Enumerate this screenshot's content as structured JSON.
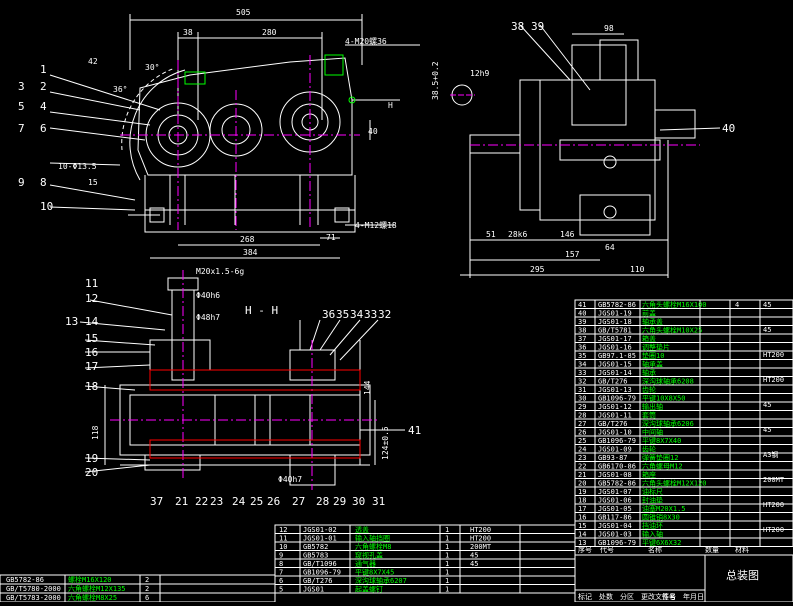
{
  "colors": {
    "background": "#000000",
    "outline": "#ffffff",
    "text": "#00ff00",
    "dim": "#ffffff",
    "accent": "#ff00ff",
    "table": "#ffffff"
  },
  "front_view": {
    "dims": {
      "overall": "505",
      "d38": "38",
      "d280": "280",
      "holes_top": "4-M20螺36",
      "d42": "42",
      "a30": "30°",
      "a36": "36°",
      "d40": "40",
      "d268": "268",
      "d71": "71",
      "d384": "384",
      "holes_bottom": "4-M12螺18",
      "holes_left": "10-Φ13.5",
      "d15": "15",
      "cut_h": "H"
    },
    "callouts": [
      "1",
      "2",
      "3",
      "4",
      "5",
      "6",
      "7",
      "8",
      "9",
      "10"
    ]
  },
  "side_view": {
    "dims": {
      "d98": "98",
      "d12h9": "12h9",
      "d51": "51",
      "d28": "28k6",
      "d146": "146",
      "d157": "157",
      "d64": "64",
      "d295": "295",
      "d110": "110",
      "tol": "38.5+0.2"
    },
    "callouts": [
      "38",
      "39",
      "40"
    ]
  },
  "section_view": {
    "title": "H - H",
    "dims": {
      "thread": "M20x1.5-6g",
      "d40h6": "Φ40h6",
      "d48h7": "Φ48h7",
      "d118": "118",
      "d40h7": "Φ40h7",
      "d144": "144",
      "d124": "124±0.5"
    },
    "callouts_left": [
      "11",
      "12",
      "13",
      "14",
      "15",
      "16",
      "17",
      "18",
      "19",
      "20"
    ],
    "callouts_top": [
      "36",
      "35",
      "34",
      "33",
      "32"
    ],
    "callouts_bottom": [
      "37",
      "21",
      "22",
      "23",
      "24",
      "25",
      "26",
      "27",
      "28",
      "29",
      "30",
      "31"
    ],
    "callout_right": "41"
  },
  "bom_right": [
    {
      "no": "41",
      "code": "GB5782-86",
      "name": "六角头螺栓M16X100",
      "qty": "4"
    },
    {
      "no": "40",
      "code": "JGS01-19",
      "name": "前盖"
    },
    {
      "no": "39",
      "code": "JGS01-18",
      "name": "轴承盖"
    },
    {
      "no": "38",
      "code": "GB/T5781",
      "name": "六角头螺栓M10X25"
    },
    {
      "no": "37",
      "code": "JGS01-17",
      "name": "箱盖"
    },
    {
      "no": "36",
      "code": "JGS01-16",
      "name": "调整垫片"
    },
    {
      "no": "35",
      "code": "GB97.1-85",
      "name": "垫圈10"
    },
    {
      "no": "34",
      "code": "JGS01-15",
      "name": "轴承盖"
    },
    {
      "no": "33",
      "code": "JGS01-14",
      "name": "轴承"
    },
    {
      "no": "32",
      "code": "GB/T276",
      "name": "深沟球轴承6208"
    },
    {
      "no": "31",
      "code": "JGS01-13",
      "name": "齿轮"
    },
    {
      "no": "30",
      "code": "GB1096-79",
      "name": "平键10X8X50"
    },
    {
      "no": "29",
      "code": "JGS01-12",
      "name": "输出轴"
    },
    {
      "no": "28",
      "code": "JGS01-11",
      "name": "套筒"
    },
    {
      "no": "27",
      "code": "GB/T276",
      "name": "深沟球轴承6206"
    },
    {
      "no": "26",
      "code": "JGS01-10",
      "name": "中间轴"
    },
    {
      "no": "25",
      "code": "GB1096-79",
      "name": "平键8X7X40"
    },
    {
      "no": "24",
      "code": "JGS01-09",
      "name": "齿轮"
    },
    {
      "no": "23",
      "code": "GB93-87",
      "name": "弹簧垫圈12"
    },
    {
      "no": "22",
      "code": "GB6170-86",
      "name": "六角螺母M12"
    },
    {
      "no": "21",
      "code": "JGS01-08",
      "name": "箱座"
    },
    {
      "no": "20",
      "code": "GB5782-86",
      "name": "六角头螺栓M12X120"
    },
    {
      "no": "19",
      "code": "JGS01-07",
      "name": "油标尺"
    },
    {
      "no": "18",
      "code": "JGS01-06",
      "name": "封油垫"
    },
    {
      "no": "17",
      "code": "JGS01-05",
      "name": "油塞M20X1.5"
    },
    {
      "no": "16",
      "code": "GB117-86",
      "name": "圆锥销8X30"
    },
    {
      "no": "15",
      "code": "JGS01-04",
      "name": "挡油环"
    },
    {
      "no": "14",
      "code": "JGS01-03",
      "name": "输入轴"
    },
    {
      "no": "13",
      "code": "GB1096-79",
      "name": "平键6X6X32"
    }
  ],
  "bom_right_materials": [
    "45",
    "45",
    "HT200",
    "HT200",
    "45",
    "45",
    "A3钢",
    "200MT",
    "HT200",
    "HT200"
  ],
  "bom_mid": [
    {
      "no": "12",
      "code": "JGS01-02",
      "name": "透盖",
      "qty": "1",
      "mat": "HT200"
    },
    {
      "no": "11",
      "code": "JGS01-01",
      "name": "输入轴挡圈",
      "qty": "1",
      "mat": "HT200"
    },
    {
      "no": "10",
      "code": "GB5782",
      "name": "六角螺栓M8",
      "qty": "1",
      "mat": "200MT"
    },
    {
      "no": "9",
      "code": "GB5783",
      "name": "窥视孔盖",
      "qty": "1",
      "mat": "45"
    },
    {
      "no": "8",
      "code": "GB/T1096",
      "name": "通气器",
      "qty": "1",
      "mat": "45"
    },
    {
      "no": "7",
      "code": "GB1096-79",
      "name": "平键8X7X45",
      "qty": "1",
      "mat": ""
    },
    {
      "no": "6",
      "code": "GB/T276",
      "name": "深沟球轴承6207",
      "qty": "1",
      "mat": ""
    },
    {
      "no": "5",
      "code": "JGS01",
      "name": "起盖螺钉",
      "qty": "1",
      "mat": ""
    }
  ],
  "bom_left": [
    {
      "code": "GB5782-86",
      "name": "螺栓M16X120",
      "qty": "2"
    },
    {
      "code": "GB/T5780-2000",
      "name": "六角螺栓M12X135",
      "qty": "2"
    },
    {
      "code": "GB/T5783-2000",
      "name": "六角螺栓M8X25",
      "qty": "6"
    }
  ],
  "title_block": {
    "title": "总装图",
    "header": [
      "序号",
      "代号",
      "名称",
      "数量",
      "材料"
    ],
    "sign": [
      "标记",
      "处数",
      "分区",
      "更改文件号",
      "签名",
      "年月日"
    ]
  }
}
